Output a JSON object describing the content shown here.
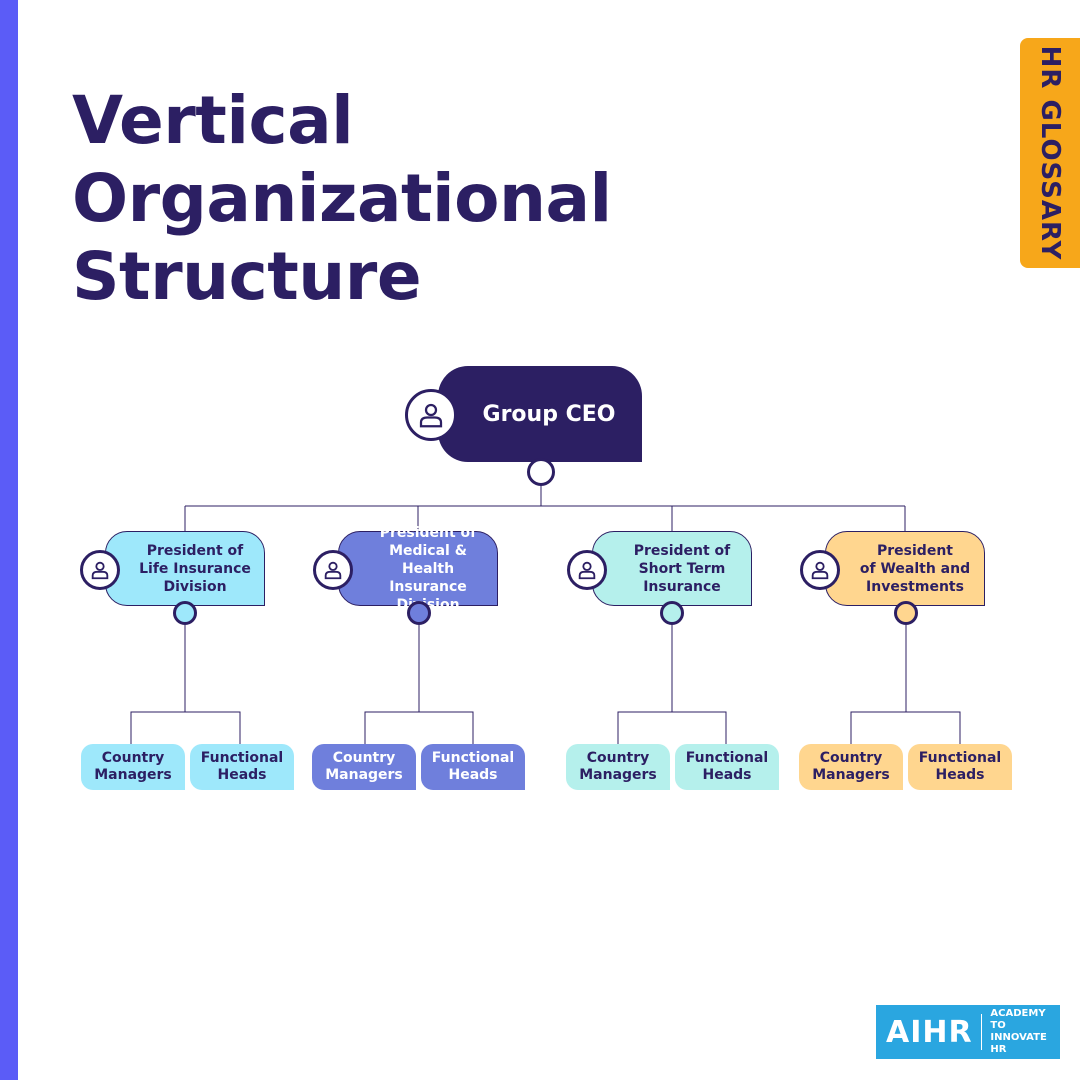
{
  "title_lines": [
    "Vertical",
    "Organizational",
    "Structure"
  ],
  "badge": "HR GLOSSARY",
  "root": {
    "label": "Group CEO",
    "color": "#2c1f63",
    "icon": "person-icon"
  },
  "divisions": [
    {
      "label_lines": [
        "President of",
        "Life Insurance",
        "Division"
      ],
      "color": "#9ee8fb",
      "icon": "person-icon",
      "children": [
        {
          "label_lines": [
            "Country",
            "Managers"
          ]
        },
        {
          "label_lines": [
            "Functional",
            "Heads"
          ]
        }
      ]
    },
    {
      "label_lines": [
        "President of",
        "Medical & Health",
        "Insurance Division"
      ],
      "color": "#6f7fdc",
      "icon": "person-icon",
      "children": [
        {
          "label_lines": [
            "Country",
            "Managers"
          ]
        },
        {
          "label_lines": [
            "Functional",
            "Heads"
          ]
        }
      ]
    },
    {
      "label_lines": [
        "President of",
        "Short Term",
        "Insurance"
      ],
      "color": "#b5f0ec",
      "icon": "person-icon",
      "children": [
        {
          "label_lines": [
            "Country",
            "Managers"
          ]
        },
        {
          "label_lines": [
            "Functional",
            "Heads"
          ]
        }
      ]
    },
    {
      "label_lines": [
        "President",
        "of Wealth and",
        "Investments"
      ],
      "color": "#ffd68f",
      "icon": "person-icon",
      "children": [
        {
          "label_lines": [
            "Country",
            "Managers"
          ]
        },
        {
          "label_lines": [
            "Functional",
            "Heads"
          ]
        }
      ]
    }
  ],
  "logo": {
    "main": "AIHR",
    "sub_lines": [
      "ACADEMY TO",
      "INNOVATE HR"
    ]
  },
  "colors": {
    "accent": "#5b5cf7",
    "ink": "#2c1f63",
    "badge": "#f7a71a",
    "brand": "#2aa6e0"
  }
}
